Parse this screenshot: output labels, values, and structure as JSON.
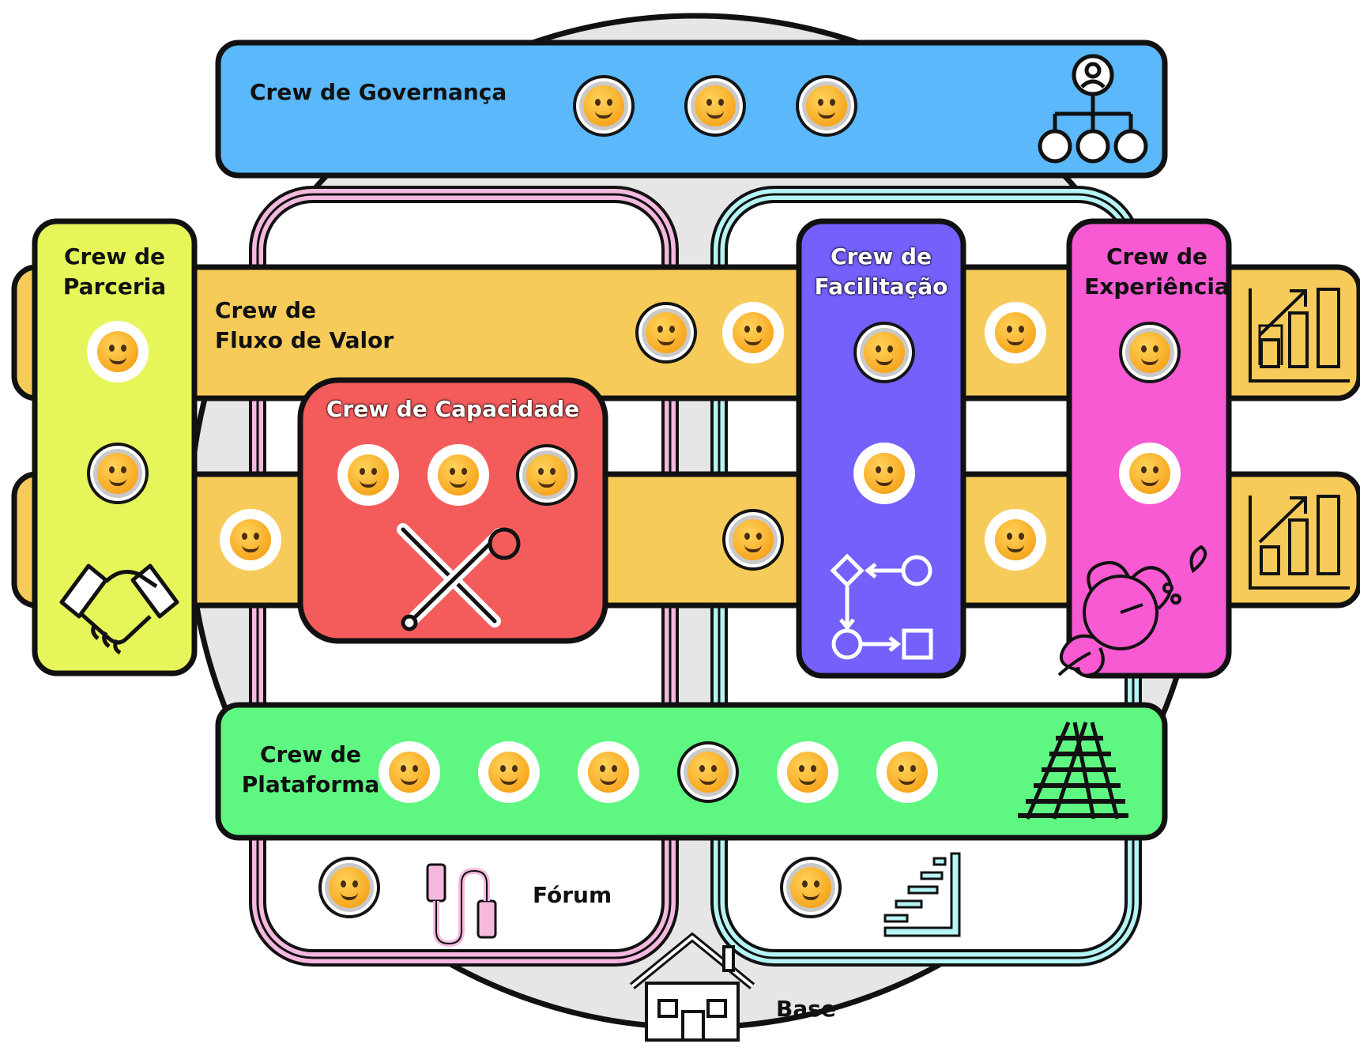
{
  "colors": {
    "governanca": "#5ab8fb",
    "fluxo_de_valor": "#f6cb5a",
    "parceria": "#e6f55a",
    "capacidade": "#f45c5c",
    "facilitacao": "#7460fb",
    "experiencia": "#f75ad2",
    "plataforma": "#5ef782",
    "base_circle": "#e6e6e6",
    "forum_pink": "#f5b9e0",
    "cyan": "#b6f5f5"
  },
  "crews": {
    "governanca": {
      "label": "Crew de Governança",
      "icon": "org-chart-icon",
      "members": [
        "face-with-rolling-eyes",
        "grinning-squinting-face",
        "smirking-face"
      ]
    },
    "fluxo_de_valor": {
      "label": "Crew de\nFluxo de Valor",
      "icon": "growth-chart-icon",
      "members": [
        "hushed-face",
        "face-with-rolling-eyes",
        "partying-face",
        "weary-face",
        "grimacing-face",
        "astonished-face"
      ]
    },
    "parceria": {
      "label": "Crew de\nParceria",
      "icon": "handshake-icon",
      "members": [
        "smiling-face-with-sunglasses",
        "smiling-face-with-smiling-eyes"
      ]
    },
    "capacidade": {
      "label": "Crew de Capacidade",
      "icon": "tools-icon",
      "members": [
        "zipper-mouth-face",
        "grinning-squinting-face",
        "face-savoring-food"
      ]
    },
    "facilitacao": {
      "label": "Crew de\nFacilitação",
      "icon": "flow-icon",
      "members": [
        "winking-face",
        "persevering-face"
      ]
    },
    "experiencia": {
      "label": "Crew de\nExperiência",
      "icon": "hibiscus-icon",
      "members": [
        "persevering-face",
        "grinning-face-with-sweat"
      ]
    },
    "plataforma": {
      "label": "Crew de\nPlataforma",
      "icon": "railway-track-icon",
      "members": [
        "winking-face",
        "face-savoring-food",
        "smiling-face-with-halo",
        "sad-but-relieved-face",
        "squinting-face-with-tongue",
        "thinking-face"
      ]
    }
  },
  "forum": {
    "label": "Fórum",
    "icon": "usb-cable-icon",
    "member": "relieved-face"
  },
  "base": {
    "label": "Base",
    "icon": "house-icon"
  },
  "stairs": {
    "icon": "stairs-icon",
    "member": "zany-face"
  }
}
